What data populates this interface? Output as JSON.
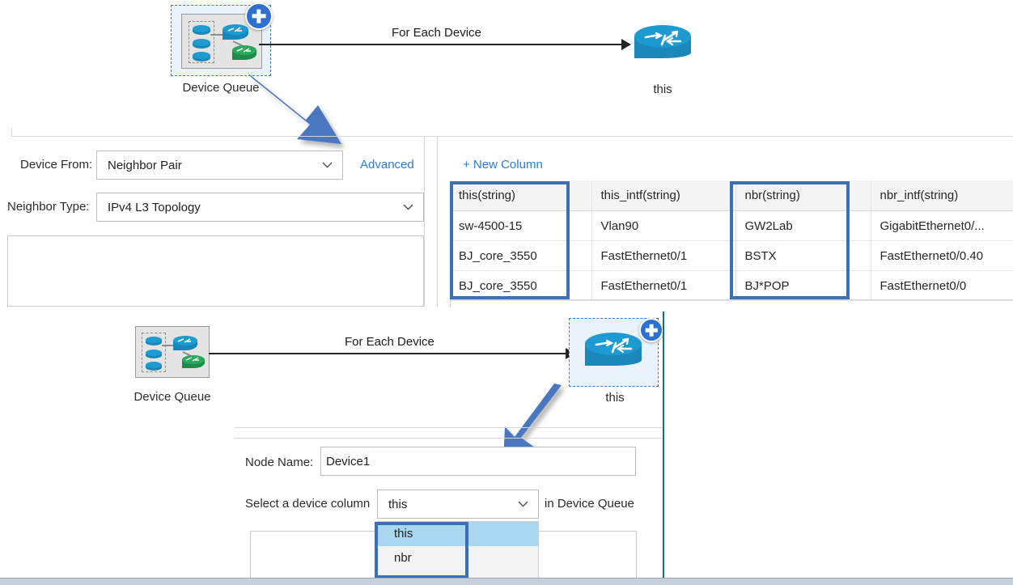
{
  "diagram_top": {
    "queue_node": {
      "label": "Device Queue",
      "icon": "device-queue-icon",
      "selected": true,
      "add_badge": "plus-icon"
    },
    "edge_label": "For Each Device",
    "target_node": {
      "label": "this",
      "icon": "router-icon"
    }
  },
  "device_from_panel": {
    "fields": [
      {
        "label": "Device From:",
        "value": "Neighbor Pair",
        "control": "dropdown"
      },
      {
        "label": "Neighbor Type:",
        "value": "IPv4 L3 Topology",
        "control": "dropdown"
      }
    ],
    "advanced_link": "Advanced"
  },
  "table_panel": {
    "new_column_link": "+ New Column",
    "columns": [
      "this(string)",
      "this_intf(string)",
      "nbr(string)",
      "nbr_intf(string)"
    ],
    "rows": [
      [
        "sw-4500-15",
        "Vlan90",
        "GW2Lab",
        "GigabitEthernet0/..."
      ],
      [
        "BJ_core_3550",
        "FastEthernet0/1",
        "BSTX",
        "FastEthernet0/0.40"
      ],
      [
        "BJ_core_3550",
        "FastEthernet0/1",
        "BJ*POP",
        "FastEthernet0/0"
      ]
    ],
    "highlighted_columns": [
      "this(string)",
      "nbr(string)"
    ]
  },
  "diagram_bottom": {
    "queue_node": {
      "label": "Device Queue",
      "icon": "device-queue-icon"
    },
    "edge_label": "For Each Device",
    "target_node": {
      "label": "this",
      "icon": "router-icon",
      "selected": true,
      "add_badge": "plus-icon"
    }
  },
  "node_panel": {
    "node_name_label": "Node Name:",
    "node_name_value": "Device1",
    "select_prefix": "Select a device column",
    "select_value": "this",
    "select_suffix": "in Device Queue",
    "dropdown_options": [
      {
        "label": "this",
        "selected": true
      },
      {
        "label": "nbr",
        "selected": false
      }
    ]
  },
  "colors": {
    "highlight_box": "#3d6fb4",
    "annotation_arrow": "#4a77c0",
    "link": "#2d7dd2",
    "selection_fill": "#eaf2fb",
    "selection_border": "#3b7fd4",
    "router_top": "#1d9ad2",
    "router_body": "#1b87bb",
    "plus_badge": "#2f6fd0",
    "dropdown_selected": "#a8d7ef",
    "teal_divider": "#11727e"
  }
}
